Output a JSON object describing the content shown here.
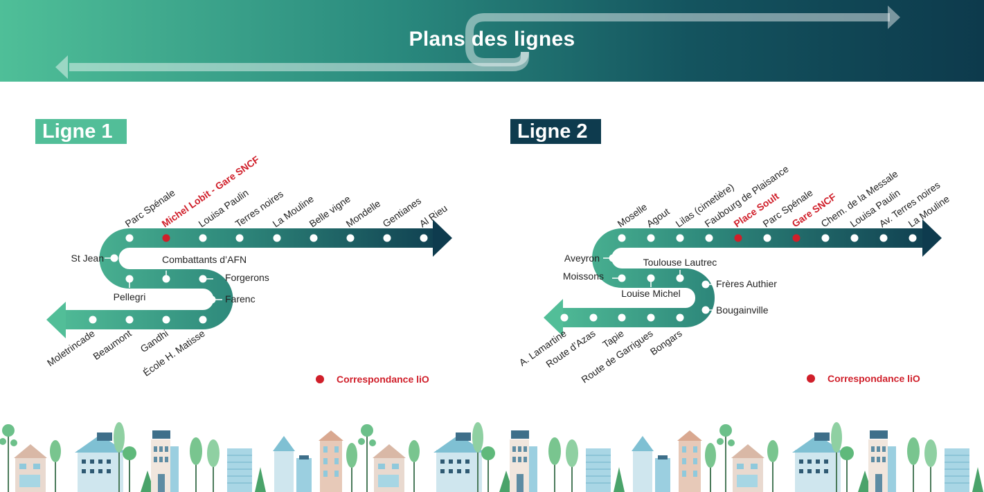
{
  "header": {
    "title": "Plans des lignes"
  },
  "colors": {
    "accent_light": "#4fbf98",
    "accent_dark": "#0d3a4c",
    "transfer": "#d01f2a"
  },
  "legend": {
    "label": "Correspondance liO"
  },
  "lines": [
    {
      "label": "Ligne 1",
      "stations": [
        {
          "name": "Parc Spénale",
          "transfer": false
        },
        {
          "name": "Michel Lobit - Gare SNCF",
          "transfer": true
        },
        {
          "name": "Louisa Paulin",
          "transfer": false
        },
        {
          "name": "Terres noires",
          "transfer": false
        },
        {
          "name": "La Mouline",
          "transfer": false
        },
        {
          "name": "Belle vigne",
          "transfer": false
        },
        {
          "name": "Mondelle",
          "transfer": false
        },
        {
          "name": "Gentianes",
          "transfer": false
        },
        {
          "name": "Al Rieu",
          "transfer": false
        },
        {
          "name": "St Jean",
          "transfer": false
        },
        {
          "name": "Pellegri",
          "transfer": false
        },
        {
          "name": "Combattants d’AFN",
          "transfer": false
        },
        {
          "name": "Forgerons",
          "transfer": false
        },
        {
          "name": "Farenc",
          "transfer": false
        },
        {
          "name": "Moletrincade",
          "transfer": false
        },
        {
          "name": "Beaumont",
          "transfer": false
        },
        {
          "name": "Gandhi",
          "transfer": false
        },
        {
          "name": "École H. Matisse",
          "transfer": false
        }
      ]
    },
    {
      "label": "Ligne 2",
      "stations": [
        {
          "name": "Moselle",
          "transfer": false
        },
        {
          "name": "Agout",
          "transfer": false
        },
        {
          "name": "Lilas (cimetière)",
          "transfer": false
        },
        {
          "name": "Faubourg de Plaisance",
          "transfer": false
        },
        {
          "name": "Place Soult",
          "transfer": true
        },
        {
          "name": "Parc Spénale",
          "transfer": false
        },
        {
          "name": "Gare SNCF",
          "transfer": true
        },
        {
          "name": "Chem. de la Messale",
          "transfer": false
        },
        {
          "name": "Louisa Paulin",
          "transfer": false
        },
        {
          "name": "Av. Terres noires",
          "transfer": false
        },
        {
          "name": "La Mouline",
          "transfer": false
        },
        {
          "name": "Aveyron",
          "transfer": false
        },
        {
          "name": "Moissons",
          "transfer": false
        },
        {
          "name": "Louise Michel",
          "transfer": false
        },
        {
          "name": "Toulouse Lautrec",
          "transfer": false
        },
        {
          "name": "Frères Authier",
          "transfer": false
        },
        {
          "name": "Bougainville",
          "transfer": false
        },
        {
          "name": "A. Lamartine",
          "transfer": false
        },
        {
          "name": "Route d’Azas",
          "transfer": false
        },
        {
          "name": "Tapie",
          "transfer": false
        },
        {
          "name": "Route de Garrigues",
          "transfer": false
        },
        {
          "name": "Bongars",
          "transfer": false
        }
      ]
    }
  ]
}
